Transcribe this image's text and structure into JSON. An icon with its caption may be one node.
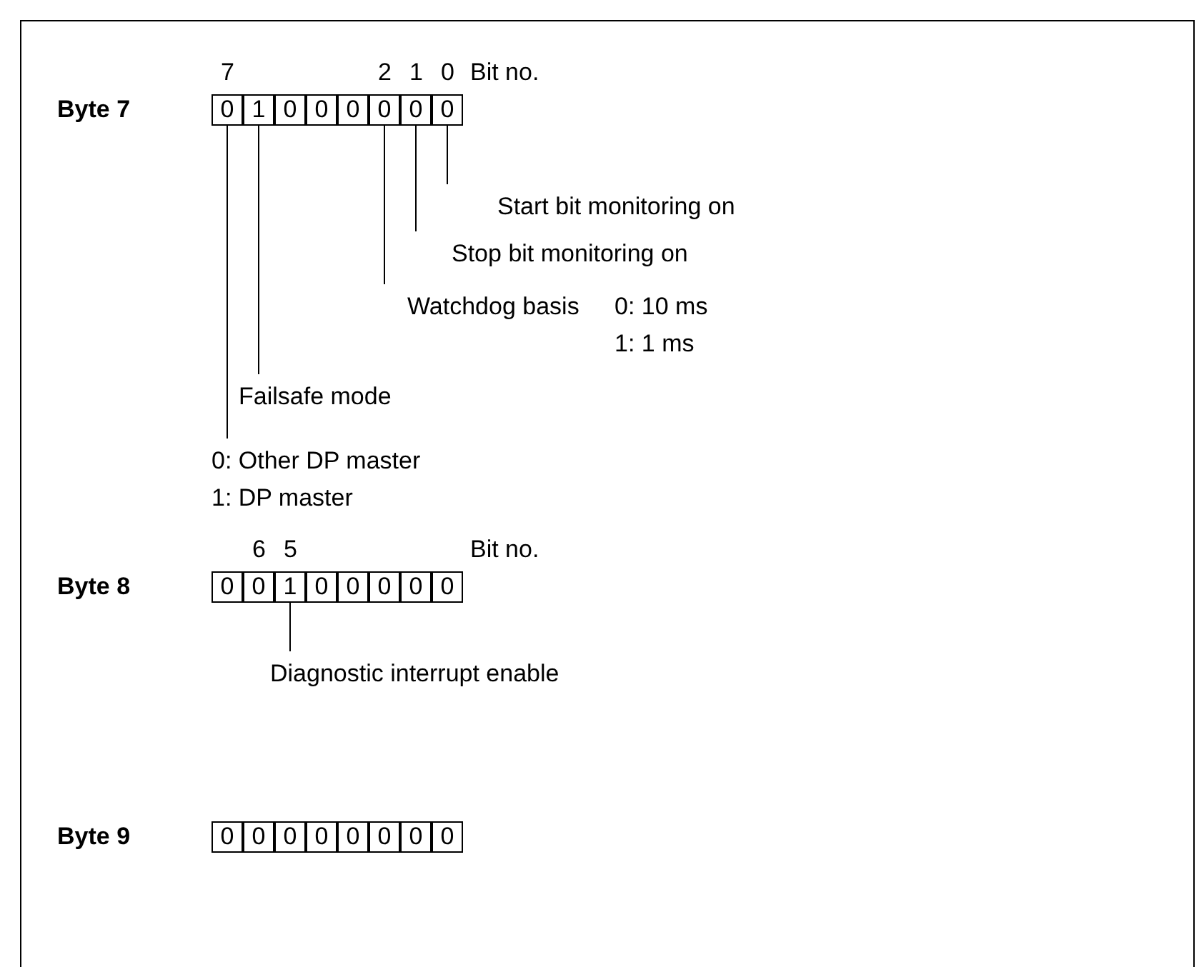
{
  "diagram": {
    "nodes": [
      {
        "text": [
          "0"
        ]
      },
      {
        "text": [
          "1"
        ]
      },
      {
        "text": [
          "0"
        ]
      },
      {
        "text": [
          "0"
        ]
      },
      {
        "text": [
          "0"
        ]
      },
      {
        "text": [
          "0"
        ]
      },
      {
        "text": [
          "0"
        ]
      },
      {
        "text": [
          "0"
        ]
      },
      {
        "text": [
          "Start bit monitoring on"
        ]
      },
      {
        "text": [
          "Stop bit monitoring on"
        ]
      },
      {
        "text": [
          "Watchdog basis"
        ],
        "beside": [
          "0: 10 ms",
          "1: 1 ms"
        ]
      },
      {
        "text": [
          "Failsafe mode"
        ]
      },
      {
        "text": [
          "0: Other DP master",
          "1: DP master"
        ]
      },
      {
        "text": [
          "0"
        ]
      },
      {
        "text": [
          "0"
        ]
      },
      {
        "text": [
          "1"
        ]
      },
      {
        "text": [
          "0"
        ]
      },
      {
        "text": [
          "0"
        ]
      },
      {
        "text": [
          "0"
        ]
      },
      {
        "text": [
          "0"
        ]
      },
      {
        "text": [
          "0"
        ]
      },
      {
        "text": [
          "Diagnostic interrupt enable"
        ]
      },
      {
        "text": [
          "0"
        ]
      },
      {
        "text": [
          "0"
        ]
      },
      {
        "text": [
          "0"
        ]
      },
      {
        "text": [
          "0"
        ]
      },
      {
        "text": [
          "0"
        ]
      },
      {
        "text": [
          "0"
        ]
      },
      {
        "text": [
          "0"
        ]
      },
      {
        "text": [
          "0"
        ]
      }
    ],
    "edges": [
      {
        "from": 8,
        "to": 7,
        "arrow": "none"
      },
      {
        "from": 9,
        "to": 6,
        "arrow": "none"
      },
      {
        "from": 10,
        "to": 5,
        "arrow": "none"
      },
      {
        "from": 11,
        "to": 1,
        "arrow": "none"
      },
      {
        "from": 12,
        "to": 0,
        "arrow": "none"
      },
      {
        "from": 21,
        "to": 15,
        "arrow": "none"
      }
    ],
    "labels": [
      "7",
      "2",
      "1",
      "0",
      "Bit no.",
      "Byte 7",
      "6",
      "5",
      "Bit no.",
      "Byte 8",
      "Byte 9"
    ]
  }
}
